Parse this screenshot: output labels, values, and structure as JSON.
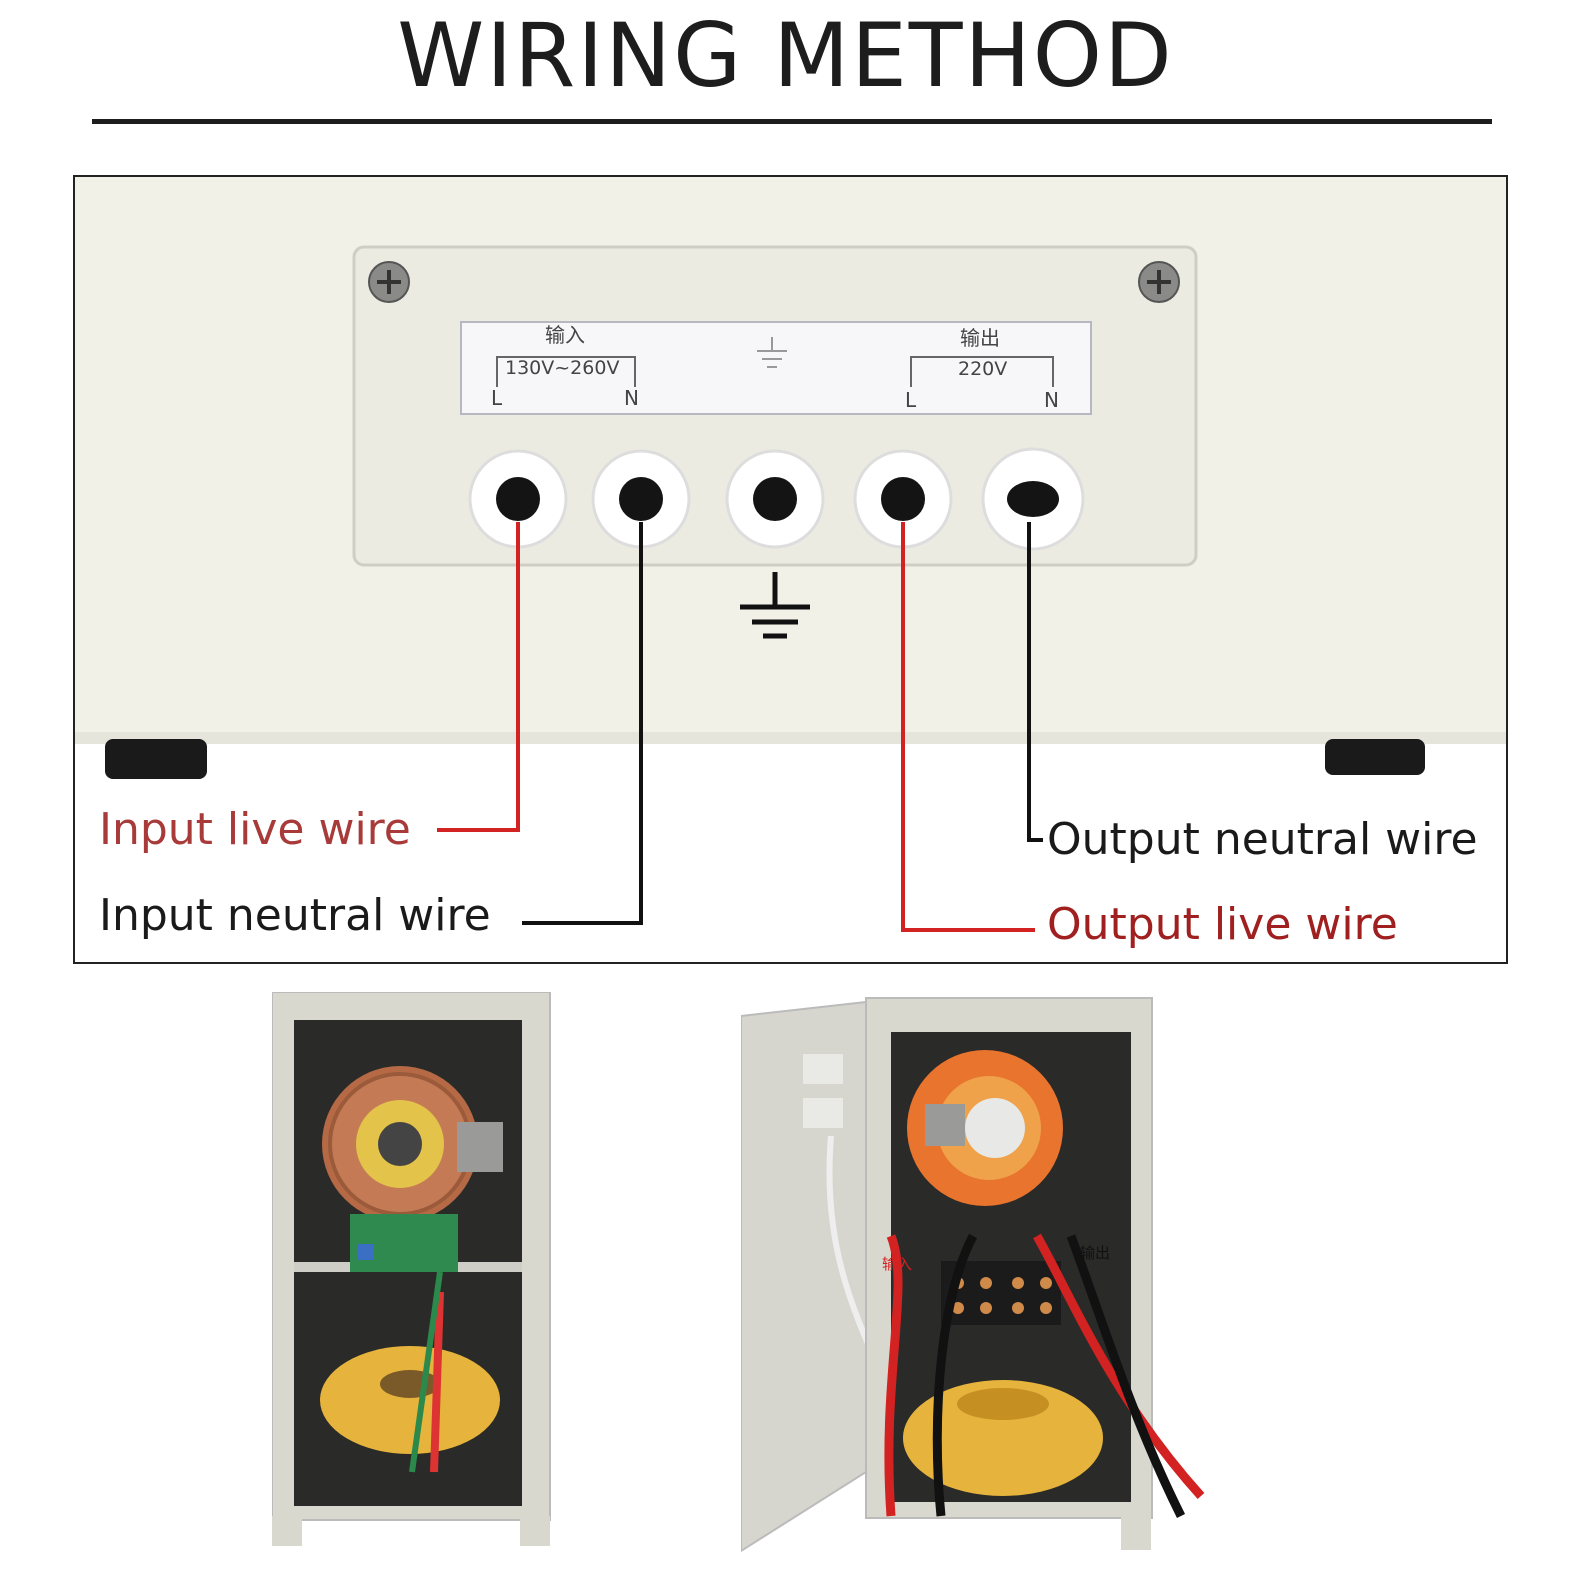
{
  "header": {
    "title": "WIRING METHOD"
  },
  "panel": {
    "input_heading": "输入",
    "input_range": "130V~260V",
    "output_heading": "输出",
    "output_voltage": "220V",
    "input_l": "L",
    "input_n": "N",
    "output_l": "L",
    "output_n": "N"
  },
  "labels": {
    "input_live": "Input live wire",
    "input_neutral": "Input neutral wire",
    "output_neutral": "Output neutral wire",
    "output_live": "Output live wire"
  },
  "cabinet_right": {
    "tag_input": "输入",
    "tag_output": "输出"
  },
  "colors": {
    "live_wire": "#d32222",
    "neutral_wire": "#111111",
    "input_live_text": "#a83a3a",
    "output_live_text": "#a01f1f",
    "panel": "#f3f2ea",
    "cabinet": "#d9d8cf"
  },
  "icons": [
    "ground-symbol-icon",
    "screw-icon"
  ]
}
